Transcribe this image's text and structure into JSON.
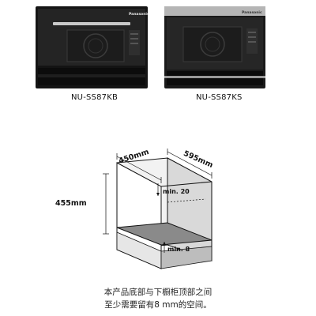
{
  "products": [
    {
      "model": "NU-SS87KB",
      "brand": "Panasonic",
      "finish": "black"
    },
    {
      "model": "NU-SS87KS",
      "brand": "Panasonic",
      "finish": "silver"
    }
  ],
  "diagram": {
    "depth_label": "450mm",
    "width_label": "595mm",
    "height_label": "455mm",
    "min_gap_top": "min. 20",
    "min_gap_bottom": "min. 8"
  },
  "caption": {
    "line1": "本产品底部与下橱柜顶部之间",
    "line2": "至少需要留有8 mm的空间。"
  },
  "colors": {
    "oven_body": "#1a1a1a",
    "glass": "#2b2b2b",
    "silver_trim": "#b5b5b5",
    "cabinet_fill": "#ececec",
    "cabinet_dark": "#8a8a8a"
  }
}
